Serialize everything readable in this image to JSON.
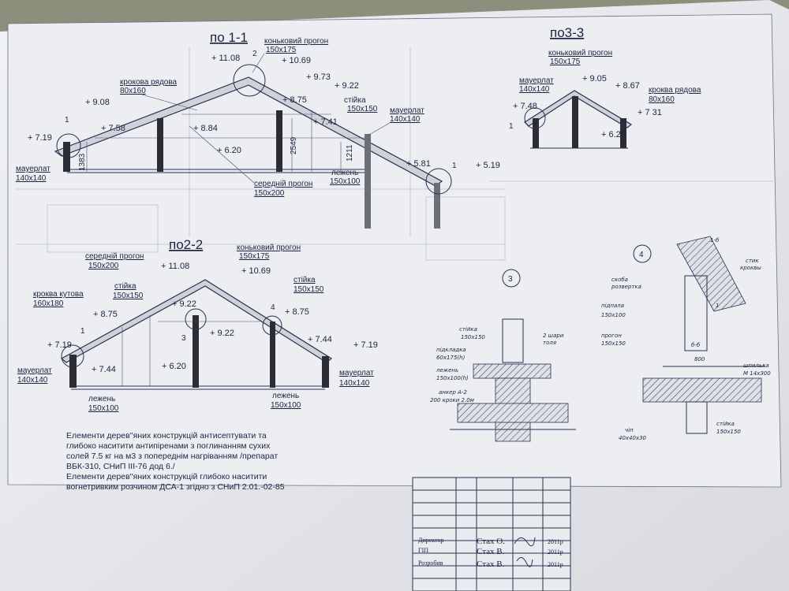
{
  "sections": {
    "s11": {
      "title": "по 1-1",
      "labels": {
        "ridge_purlin": "коньковий прогон",
        "ridge_purlin_size": "150x175",
        "rafter_row": "крокова рядова",
        "rafter_row_size": "80x160",
        "post": "стійка",
        "post_size": "150x150",
        "plate_r": "мауерлат",
        "plate_r_size": "140x140",
        "plate_l": "мауерлат",
        "plate_l_size": "140x140",
        "mid_purlin": "середній прогон",
        "mid_purlin_size": "150x200",
        "sill": "лежень",
        "sill_size": "150x100"
      },
      "elevations": [
        "+ 11.08",
        "+ 10.69",
        "+ 9.73",
        "+ 9.22",
        "+ 9.08",
        "+ 8.75",
        "+ 8.84",
        "+ 7.58",
        "+ 7.41",
        "+ 7.19",
        "+ 6.20",
        "+ 5.81",
        "+ 5.19"
      ],
      "dims": [
        "1383",
        "2549",
        "1211"
      ],
      "callouts": [
        "2",
        "1",
        "1"
      ]
    },
    "s22": {
      "title": "по2-2",
      "labels": {
        "ridge_purlin": "коньковий прогон",
        "ridge_purlin_size": "150x175",
        "mid_purlin": "середній прогон",
        "mid_purlin_size": "150x200",
        "hip_rafter": "кроква кутова",
        "hip_rafter_size": "160x180",
        "post_l": "стійка",
        "post_l_size": "150x150",
        "post_r": "стійка",
        "post_r_size": "150x150",
        "plate_l": "мауерлат",
        "plate_l_size": "140x140",
        "plate_r": "мауерлат",
        "plate_r_size": "140x140",
        "sill_l": "лежень",
        "sill_l_size": "150x100",
        "sill_r": "лежень",
        "sill_r_size": "150x100"
      },
      "elevations": [
        "+ 11.08",
        "+ 10.69",
        "+ 9.22",
        "+ 9.22",
        "+ 8.75",
        "+ 8.75",
        "+ 7.19",
        "+ 7.44",
        "+ 7.44",
        "+ 6.20",
        "+ 7.19"
      ],
      "callouts": [
        "1",
        "3",
        "4"
      ]
    },
    "s33": {
      "title": "по3-3",
      "labels": {
        "ridge_purlin": "коньковий прогон",
        "ridge_purlin_size": "150x175",
        "plate": "мауерлат",
        "plate_size": "140x140",
        "rafter_row": "кроква рядова",
        "rafter_row_size": "80x160"
      },
      "elevations": [
        "+ 9.05",
        "+ 8.67",
        "+ 7.48",
        "+ 7 31",
        "+ 6.20"
      ],
      "callouts": [
        "1"
      ]
    }
  },
  "details": {
    "d3": {
      "number": "3",
      "labels": [
        "стійка",
        "150x150",
        "2 шари",
        "толя",
        "підкладка",
        "60x175(h)",
        "лежень",
        "150x100(h)",
        "анкер А-2",
        "200 кроки 2.0м"
      ]
    },
    "d4": {
      "number": "4",
      "labels": [
        "1-б",
        "стик",
        "кроквы",
        "скоба",
        "розвертка",
        "підпала",
        "150x100",
        "прогон",
        "150x150",
        "б-б",
        "800",
        "шпилька",
        "М 14x300",
        "чіп",
        "40x40x30",
        "стійка",
        "150x150",
        "1"
      ]
    }
  },
  "notes": [
    "Елементи дерев''яних конструкцій антисептувати та",
    "глибоко наситити антипіренами з поглинанням сухих",
    "солей 7.5 кг на м3 з попереднім нагріванням /препарат",
    "ВБК-310, СНиП III-76 дод 6./",
    " Елементи дерев''яних конструкцій глибоко наситити",
    "вогнетривким розчином ДСА-1 згідно з СНиП 2.01.-02-85"
  ],
  "title_block": {
    "rows": [
      {
        "role": "Директор",
        "name": "Стах О.",
        "year": "2011р"
      },
      {
        "role": "ГІП",
        "name": "Стах В.",
        "year": "2011р"
      },
      {
        "role": "Розробив",
        "name": "Стах В.",
        "year": "2011р"
      }
    ]
  },
  "colors": {
    "paper": "#eeeff3",
    "ink": "#2a3050",
    "background": "#8d8f7c"
  }
}
